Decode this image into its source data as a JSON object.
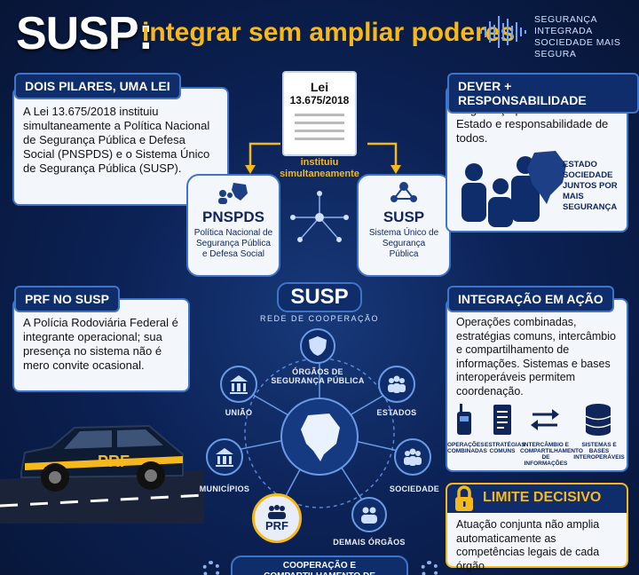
{
  "header": {
    "title": "SUSP:",
    "subtitle": "integrar sem ampliar poderes",
    "brand": [
      "SEGURANÇA",
      "INTEGRADA",
      "SOCIEDADE MAIS SEGURA"
    ]
  },
  "pilares": {
    "heading": "DOIS PILARES, UMA LEI",
    "text": "A Lei 13.675/2018 instituiu simultaneamente a Política Nacional de Segurança Pública e Defesa Social (PNSPDS) e o Sistema Único de Segurança Pública (SUSP)."
  },
  "lei": {
    "line1": "Lei",
    "line2": "13.675/2018",
    "caption1": "instituiu",
    "caption2": "simultaneamente"
  },
  "pnspds": {
    "title": "PNSPDS",
    "desc": [
      "Política Nacional de",
      "Segurança Pública",
      "e Defesa Social"
    ]
  },
  "susp_box": {
    "title": "SUSP",
    "desc": [
      "Sistema Único de",
      "Segurança",
      "Pública"
    ]
  },
  "dever": {
    "heading": "DEVER + RESPONSABILIDADE",
    "text": "Segurança pública é dever do Estado e responsabilidade de todos.",
    "tag": [
      "ESTADO",
      "SOCIEDADE",
      "JUNTOS POR",
      "MAIS SEGURANÇA"
    ]
  },
  "prf": {
    "heading": "PRF NO SUSP",
    "text": "A Polícia Rodoviária Federal é integrante operacional; sua presença no sistema não é mero convite ocasional.",
    "car_label": "PRF"
  },
  "rede": {
    "title": "SUSP",
    "subtitle": "REDE DE COOPERAÇÃO",
    "nodes": {
      "orgaos": "ÓRGÃOS DE SEGURANÇA PÚBLICA",
      "uniao": "UNIÃO",
      "estados": "ESTADOS",
      "municipios": "MUNICÍPIOS",
      "sociedade": "SOCIEDADE",
      "demais": "DEMAIS ÓRGÃOS",
      "prf": "PRF"
    },
    "footer": "COOPERAÇÃO E COMPARTILHAMENTO DE INFORMAÇÕES"
  },
  "integracao": {
    "heading": "INTEGRAÇÃO EM AÇÃO",
    "text": "Operações combinadas, estratégias comuns, intercâmbio e compartilhamento de informações. Sistemas e bases interoperáveis permitem coordenação.",
    "items": [
      {
        "label": "OPERAÇÕES COMBINADAS",
        "icon": "radio-icon"
      },
      {
        "label": "ESTRATÉGIAS COMUNS",
        "icon": "document-icon"
      },
      {
        "label": "INTERCÂMBIO E COMPARTILHAMENTO DE INFORMAÇÕES",
        "icon": "exchange-icon"
      },
      {
        "label": "SISTEMAS E BASES INTEROPERÁVEIS",
        "icon": "database-icon"
      }
    ]
  },
  "limite": {
    "heading": "LIMITE DECISIVO",
    "text": "Atuação conjunta não amplia automaticamente as competências legais de cada órgão."
  },
  "colors": {
    "navy": "#0a1a3f",
    "accent": "#f6b81a",
    "card": "#f3f6fb",
    "border": "#3f74c9"
  }
}
